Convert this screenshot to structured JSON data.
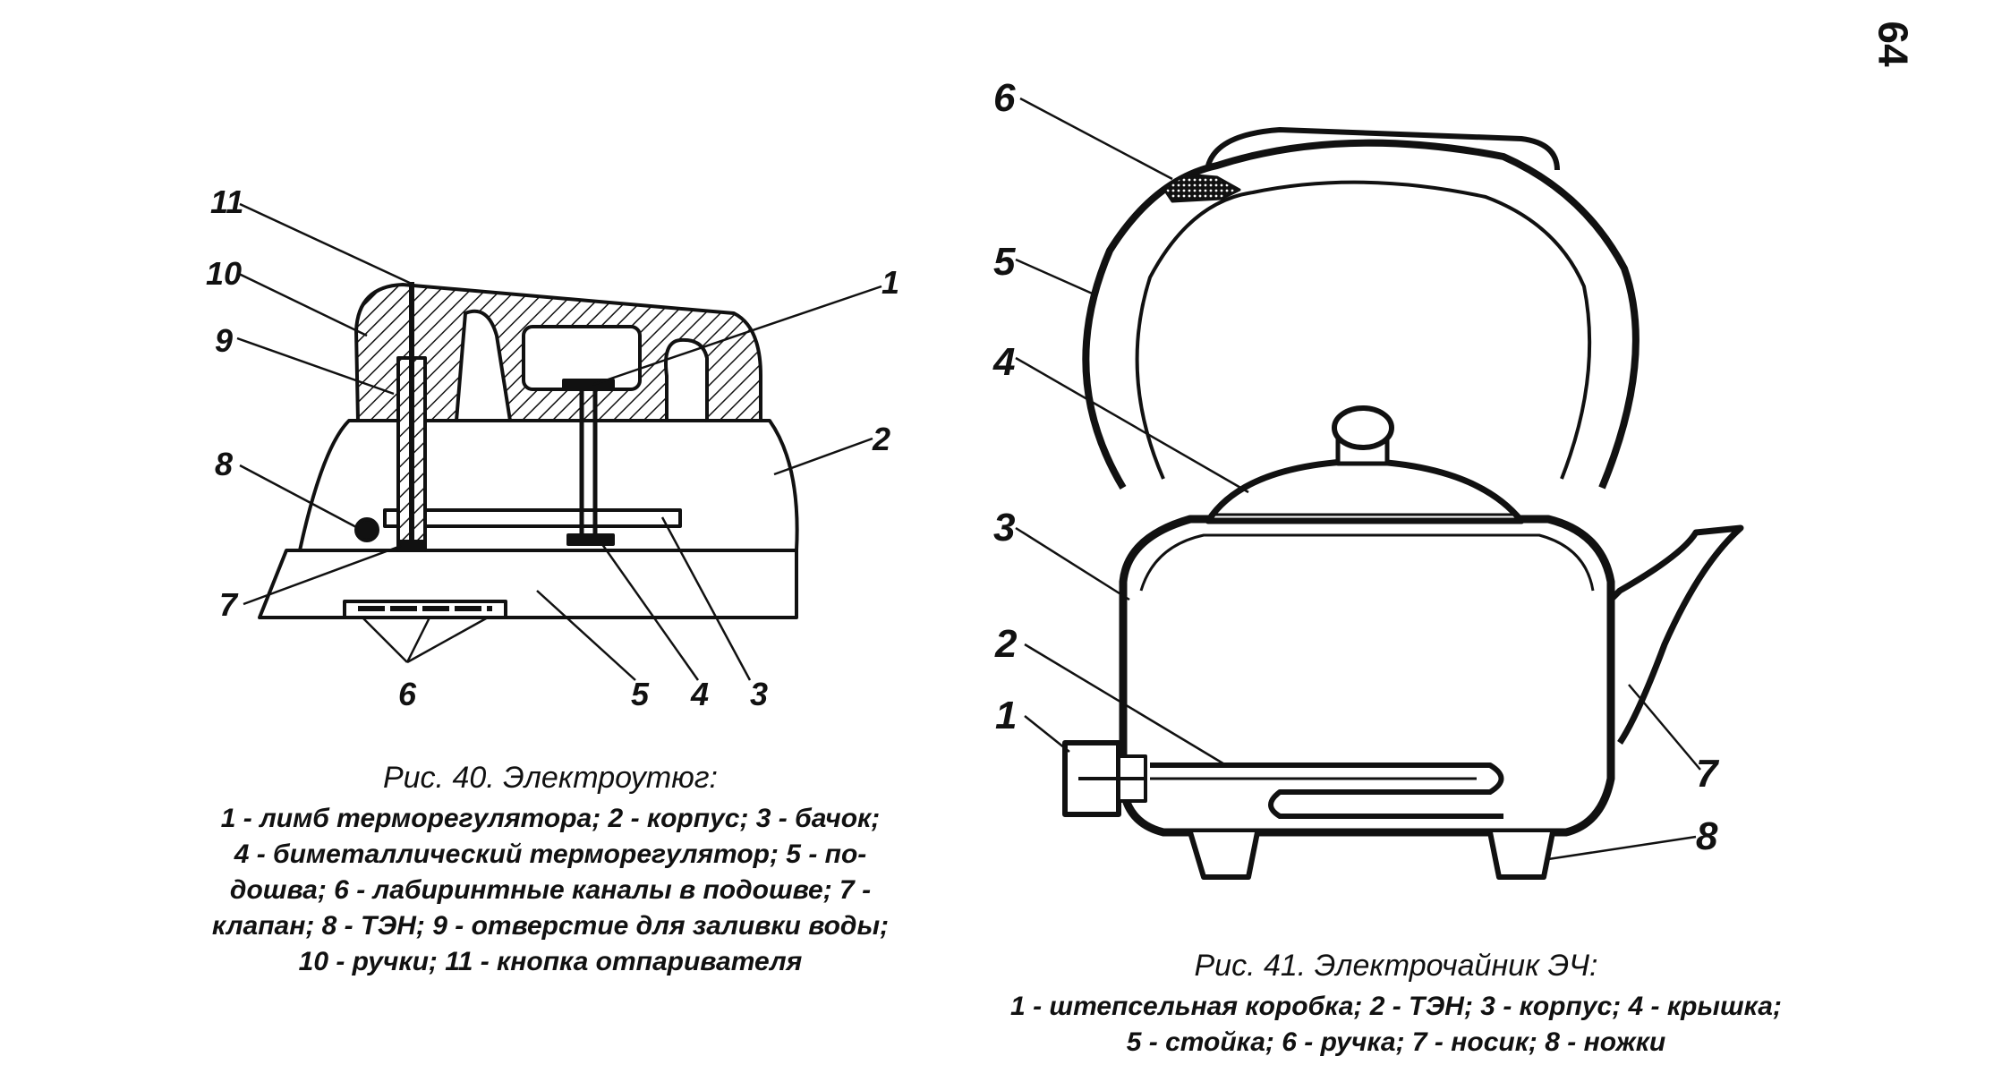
{
  "page_number": "64",
  "figure40": {
    "labels": [
      "1",
      "2",
      "3",
      "4",
      "5",
      "6",
      "7",
      "8",
      "9",
      "10",
      "11"
    ],
    "caption_title": "Рис. 40. Электроутюг:",
    "caption_lines": [
      "1 - лимб терморегулятора; 2 - корпус; 3 - бачок;",
      "4 - биметаллический терморегулятор; 5 - по-",
      "дошва; 6 - лабиринтные каналы в подошве; 7 -",
      "клапан; 8 - ТЭН; 9 - отверстие для заливки воды;",
      "10 - ручки; 11 - кнопка отпаривателя"
    ]
  },
  "figure41": {
    "labels": [
      "1",
      "2",
      "3",
      "4",
      "5",
      "6",
      "7",
      "8"
    ],
    "caption_title": "Рис. 41. Электрочайник ЭЧ:",
    "caption_lines": [
      "1 - штепсельная коробка; 2 - ТЭН; 3 - корпус; 4 - крышка;",
      "5 - стойка; 6 - ручка; 7 - носик; 8 - ножки"
    ]
  }
}
